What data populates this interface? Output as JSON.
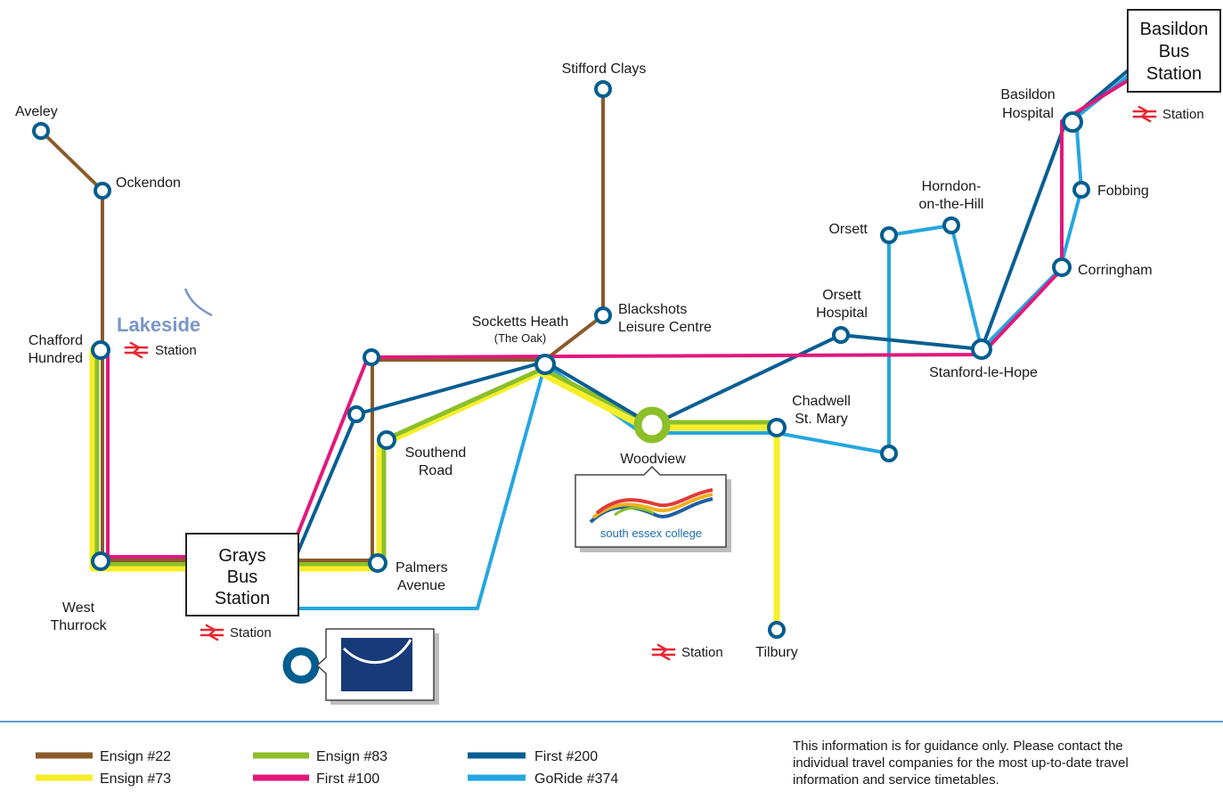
{
  "colors": {
    "ensign22": "#8a5a2b",
    "ensign73": "#f6ee2a",
    "ensign83": "#8cbf2a",
    "first100": "#e2187a",
    "first200": "#075e92",
    "goride374": "#25a6e0",
    "stop_ring": "#005d8f",
    "rail_symbol": "#e8272f",
    "divider": "#2a7ab5"
  },
  "stops": {
    "aveley": "Aveley",
    "ockendon": "Ockendon",
    "chafford": [
      "Chafford",
      "Hundred"
    ],
    "west_thurrock": [
      "West",
      "Thurrock"
    ],
    "grays": [
      "Grays",
      "Bus",
      "Station"
    ],
    "southend_road": [
      "Southend",
      "Road"
    ],
    "palmers": [
      "Palmers",
      "Avenue"
    ],
    "socketts": "Socketts Heath",
    "socketts_sub": "(The Oak)",
    "stifford": "Stifford Clays",
    "blackshots": [
      "Blackshots",
      "Leisure Centre"
    ],
    "woodview": "Woodview",
    "chadwell": [
      "Chadwell",
      "St. Mary"
    ],
    "tilbury": "Tilbury",
    "orsett_hospital": [
      "Orsett",
      "Hospital"
    ],
    "orsett": "Orsett",
    "horndon": [
      "Horndon-",
      "on-the-Hill"
    ],
    "stanford": "Stanford-le-Hope",
    "corringham": "Corringham",
    "fobbing": "Fobbing",
    "basildon_hospital": [
      "Basildon",
      "Hospital"
    ],
    "basildon": [
      "Basildon",
      "Bus",
      "Station"
    ]
  },
  "station_label": "Station",
  "lakeside_logo": "Lakeside",
  "college_logo": "south essex college",
  "legend": [
    {
      "label": "Ensign #22",
      "color_key": "ensign22"
    },
    {
      "label": "Ensign #73",
      "color_key": "ensign73"
    },
    {
      "label": "Ensign #83",
      "color_key": "ensign83"
    },
    {
      "label": "First #100",
      "color_key": "first100"
    },
    {
      "label": "First #200",
      "color_key": "first200"
    },
    {
      "label": "GoRide #374",
      "color_key": "goride374"
    }
  ],
  "disclaimer": [
    "This information is for guidance only. Please contact the",
    "individual travel companies for the most up-to-date travel",
    "information and service timetables."
  ]
}
